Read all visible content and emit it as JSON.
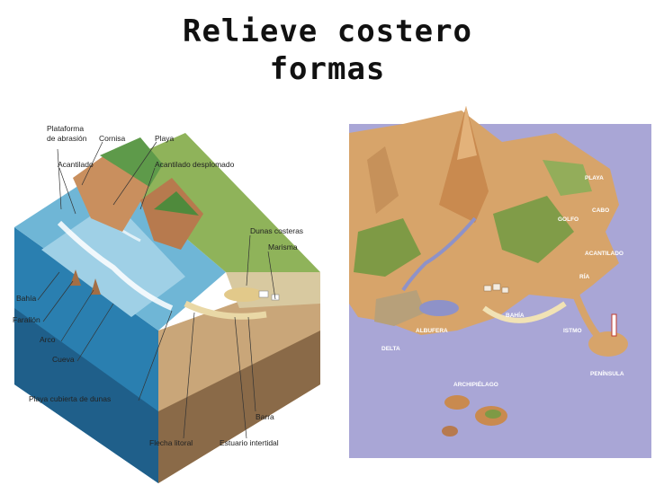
{
  "title": {
    "line1": "Relieve costero",
    "line2": "formas"
  },
  "left_diagram": {
    "labels": {
      "plataforma_1": "Plataforma",
      "plataforma_2": "de abrasión",
      "cornisa": "Cornisa",
      "playa": "Playa",
      "acantilado": "Acantilado",
      "acantilado_desplomado": "Acantilado desplomado",
      "dunas_costeras": "Dunas costeras",
      "marisma": "Marisma",
      "bahia": "Bahía",
      "farallon": "Farallón",
      "arco": "Arco",
      "cueva": "Cueva",
      "playa_cubierta": "Playa cubierta de dunas",
      "barra": "Barra",
      "flecha_litoral": "Flecha litoral",
      "estuario": "Estuario intertidal"
    }
  },
  "right_diagram": {
    "labels": {
      "playa": "PLAYA",
      "cabo": "CABO",
      "golfo": "GOLFO",
      "acantilado": "ACANTILADO",
      "ria": "RÍA",
      "bahia": "BAHÍA",
      "istmo": "ISTMO",
      "albufera": "ALBUFERA",
      "delta": "DELTA",
      "peninsula": "PENÍNSULA",
      "archipielago": "ARCHIPIÉLAGO"
    }
  }
}
